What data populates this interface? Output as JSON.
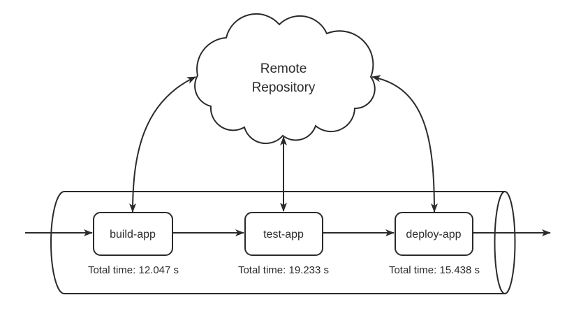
{
  "colors": {
    "stroke": "#2b2b2b",
    "text": "#2b2b2b",
    "background": "#ffffff"
  },
  "cloud": {
    "label": [
      "Remote",
      "Repository"
    ]
  },
  "pipeline": {
    "stages": [
      {
        "label": "build-app",
        "total_time": "Total time: 12.047 s"
      },
      {
        "label": "test-app",
        "total_time": "Total time: 19.233 s"
      },
      {
        "label": "deploy-app",
        "total_time": "Total time: 15.438 s"
      }
    ]
  }
}
